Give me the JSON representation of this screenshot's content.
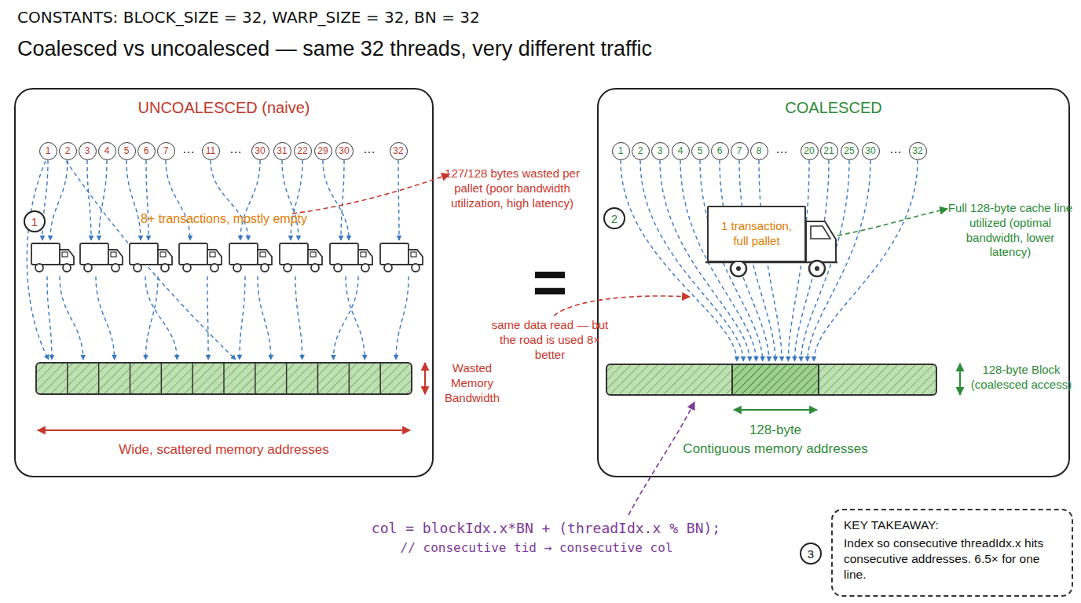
{
  "diagram": {
    "title": "Coalesced vs uncoalesced — same 32 threads, very different traffic",
    "nodes": [
      {
        "text": [
          "UNCOALESCED (naive)"
        ]
      },
      {
        "text": [
          "1"
        ],
        "in": 0
      },
      {
        "text": [
          "2"
        ],
        "in": 0
      },
      {
        "text": [
          "3"
        ],
        "in": 0
      },
      {
        "text": [
          "4"
        ],
        "in": 0
      },
      {
        "text": [
          "5"
        ],
        "in": 0
      },
      {
        "text": [
          "6"
        ],
        "in": 0
      },
      {
        "text": [
          "7"
        ],
        "in": 0
      },
      {
        "text": [
          "11"
        ],
        "in": 0
      },
      {
        "text": [
          "30"
        ],
        "in": 0
      },
      {
        "text": [
          "31"
        ],
        "in": 0
      },
      {
        "text": [
          "22"
        ],
        "in": 0
      },
      {
        "text": [
          "29"
        ],
        "in": 0
      },
      {
        "text": [
          "30"
        ],
        "in": 0
      },
      {
        "text": [
          "32"
        ],
        "in": 0
      },
      {
        "text": [
          "1"
        ],
        "in": 0
      },
      {
        "text": [
          "COALESCED"
        ]
      },
      {
        "text": [
          "1"
        ],
        "in": 16
      },
      {
        "text": [
          "2"
        ],
        "in": 16
      },
      {
        "text": [
          "3"
        ],
        "in": 16
      },
      {
        "text": [
          "4"
        ],
        "in": 16
      },
      {
        "text": [
          "5"
        ],
        "in": 16
      },
      {
        "text": [
          "6"
        ],
        "in": 16
      },
      {
        "text": [
          "7"
        ],
        "in": 16
      },
      {
        "text": [
          "8"
        ],
        "in": 16
      },
      {
        "text": [
          "20"
        ],
        "in": 16
      },
      {
        "text": [
          "21"
        ],
        "in": 16
      },
      {
        "text": [
          "25"
        ],
        "in": 16
      },
      {
        "text": [
          "30"
        ],
        "in": 16
      },
      {
        "text": [
          "32"
        ],
        "in": 16
      },
      {
        "text": [
          "2"
        ],
        "in": 16
      },
      {
        "text": [
          "1 transaction, full pallet"
        ],
        "in": 16
      },
      {
        "text": [
          "3"
        ]
      },
      {
        "text": [
          "KEY TAKEAWAY:",
          "Index so consecutive threadIdx.x hits consecutive addresses. 6.5× for one line."
        ]
      }
    ],
    "labels": [
      "CONSTANTS: BLOCK_SIZE = 32, WARP_SIZE = 32, BN = 32",
      "…",
      "…",
      "…",
      "8+ transactions, mostly empty",
      "Wide, scattered memory addresses",
      "127/128 bytes wasted per pallet (poor bandwidth utilization, high latency)",
      "Wasted Memory Bandwidth",
      "=",
      "same data read — but the road is used 8× better",
      "…",
      "…",
      "Full 128-byte cache line utilized (optimal bandwidth, lower latency)",
      "128-byte",
      "Contiguous memory addresses",
      "128-byte Block (coalesced access)",
      "col = blockIdx.x*BN + (threadIdx.x % BN);",
      "// consecutive tid → consecutive col"
    ]
  }
}
